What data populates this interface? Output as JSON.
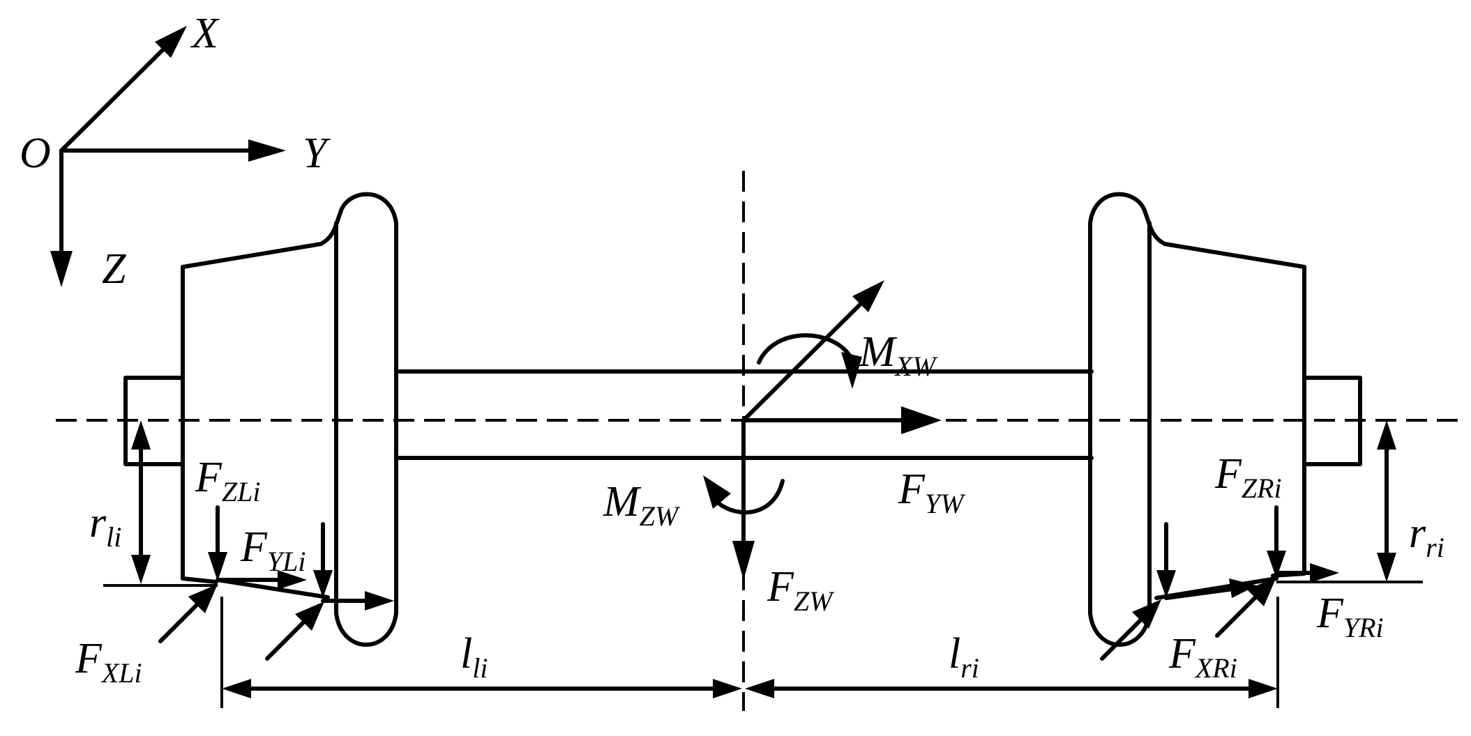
{
  "axes": {
    "origin": "O",
    "x": "X",
    "y": "Y",
    "z": "Z"
  },
  "labels": {
    "F_ZLi": {
      "main": "F",
      "sub": "ZLi"
    },
    "F_YLi": {
      "main": "F",
      "sub": "YLi"
    },
    "F_XLi": {
      "main": "F",
      "sub": "XLi"
    },
    "r_li": {
      "main": "r",
      "sub": "li"
    },
    "l_li": {
      "main": "l",
      "sub": "li"
    },
    "M_XW": {
      "main": "M",
      "sub": "XW"
    },
    "M_ZW": {
      "main": "M",
      "sub": "ZW"
    },
    "F_YW": {
      "main": "F",
      "sub": "YW"
    },
    "F_ZW": {
      "main": "F",
      "sub": "ZW"
    },
    "F_ZRi": {
      "main": "F",
      "sub": "ZRi"
    },
    "F_YRi": {
      "main": "F",
      "sub": "YRi"
    },
    "F_XRi": {
      "main": "F",
      "sub": "XRi"
    },
    "r_ri": {
      "main": "r",
      "sub": "ri"
    },
    "l_ri": {
      "main": "l",
      "sub": "ri"
    }
  }
}
